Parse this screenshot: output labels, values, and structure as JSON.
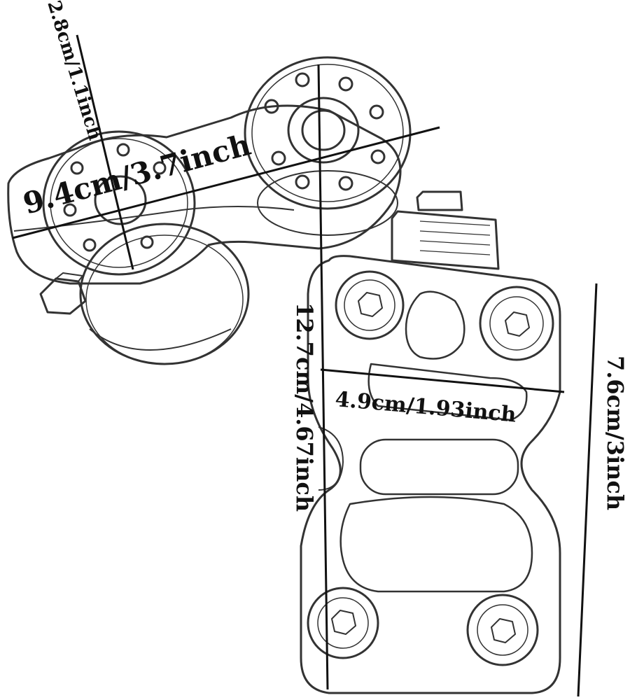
{
  "diagram": {
    "dimensions": {
      "arm_width": "2.8cm/1.1inch",
      "arm_length": "9.4cm/3.7inch",
      "overall_height": "12.7cm/4.67inch",
      "plate_width": "4.9cm/1.93inch",
      "plate_height": "7.6cm/3inch"
    },
    "colors": {
      "ink": "#111111",
      "sketch": "#333333",
      "background": "#ffffff"
    }
  }
}
